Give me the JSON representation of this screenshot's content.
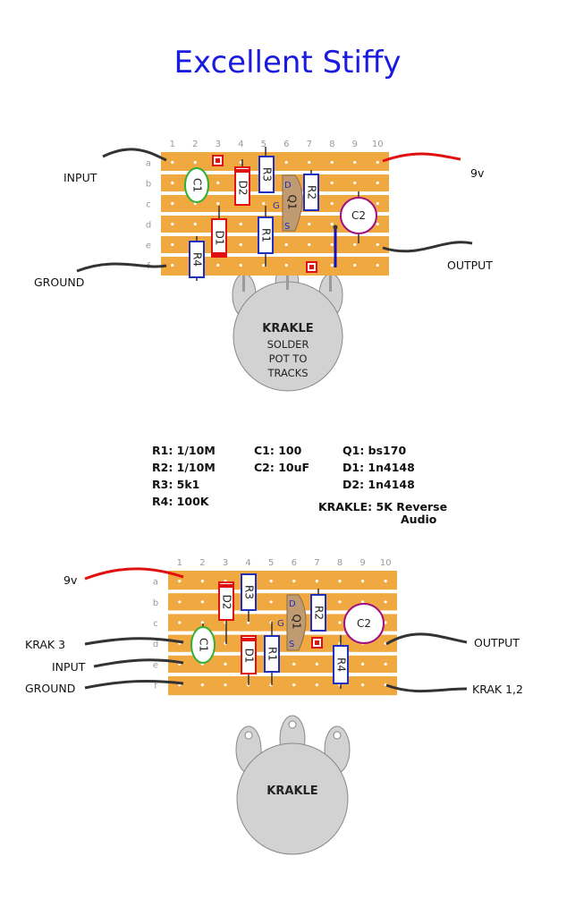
{
  "title": "Excellent Stiffy",
  "colors": {
    "board": "#f0a840",
    "track_gap": "#ffffff",
    "resistor": "#1f2fc0",
    "diode": "#e01010",
    "cap_c1": "#30b030",
    "cap_c2": "#a01080",
    "transistor": "#c09a70",
    "wire_red": "#e01010",
    "wire_dark": "#333333",
    "link": "#1010c0",
    "pot": "#d2d2d2",
    "title": "#1a1ae0"
  },
  "board_top": {
    "columns": [
      "1",
      "2",
      "3",
      "4",
      "5",
      "6",
      "7",
      "8",
      "9",
      "10"
    ],
    "rows": [
      "a",
      "b",
      "c",
      "d",
      "e",
      "f"
    ],
    "labels": {
      "input": "INPUT",
      "ground": "GROUND",
      "nine_v": "9v",
      "output": "OUTPUT"
    },
    "components": {
      "c1": "C1",
      "d2": "D2",
      "r3": "R3",
      "q1": "Q1",
      "r2": "R2",
      "c2": "C2",
      "d1": "D1",
      "r1": "R1",
      "r4": "R4",
      "pin_d": "D",
      "pin_g": "G",
      "pin_s": "S"
    },
    "pot": {
      "name": "KRAKLE",
      "note_lines": [
        "SOLDER",
        "POT TO",
        "TRACKS"
      ]
    }
  },
  "parts_list": {
    "col1": [
      "R1: 1/10M",
      "R2: 1/10M",
      "R3: 5k1",
      "R4: 100K"
    ],
    "col2": [
      "C1: 100",
      "C2: 10uF"
    ],
    "col3": [
      "Q1: bs170",
      "D1: 1n4148",
      "D2: 1n4148"
    ],
    "krakle_line1": "KRAKLE: 5K Reverse",
    "krakle_line2": "Audio"
  },
  "board_bottom": {
    "columns": [
      "1",
      "2",
      "3",
      "4",
      "5",
      "6",
      "7",
      "8",
      "9",
      "10"
    ],
    "rows": [
      "a",
      "b",
      "c",
      "d",
      "e",
      "f"
    ],
    "labels": {
      "nine_v": "9v",
      "krak3": "KRAK 3",
      "input": "INPUT",
      "ground": "GROUND",
      "output": "OUTPUT",
      "krak12": "KRAK 1,2"
    },
    "components": {
      "d2": "D2",
      "r3": "R3",
      "q1": "Q1",
      "r2": "R2",
      "c2": "C2",
      "c1": "C1",
      "d1": "D1",
      "r1": "R1",
      "r4": "R4",
      "pin_d": "D",
      "pin_g": "G",
      "pin_s": "S"
    },
    "pot": {
      "name": "KRAKLE"
    }
  }
}
